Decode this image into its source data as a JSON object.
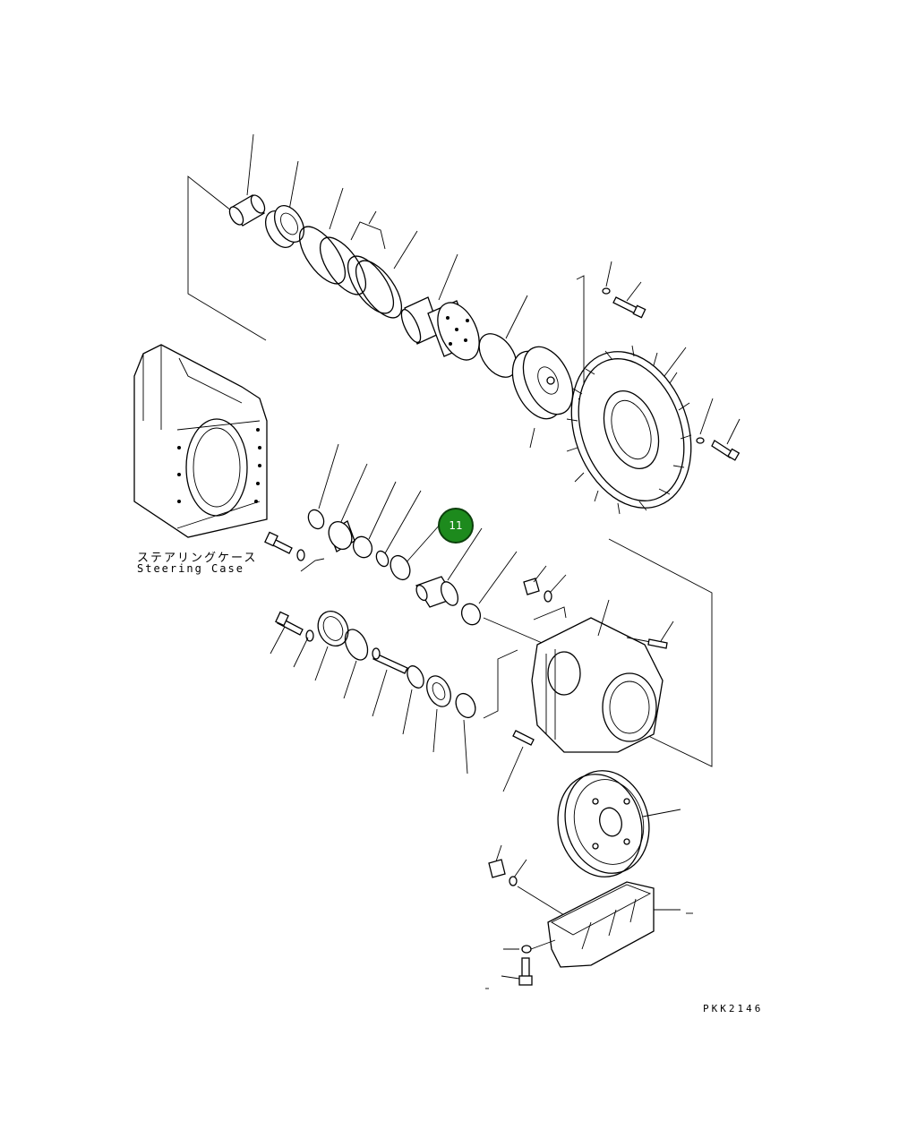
{
  "diagram": {
    "label_jp": "ステアリングケース",
    "label_en": "Steering Case",
    "drawing_code": "PKK2146",
    "callout": {
      "number": "11",
      "color": "#1d8a1d"
    }
  }
}
